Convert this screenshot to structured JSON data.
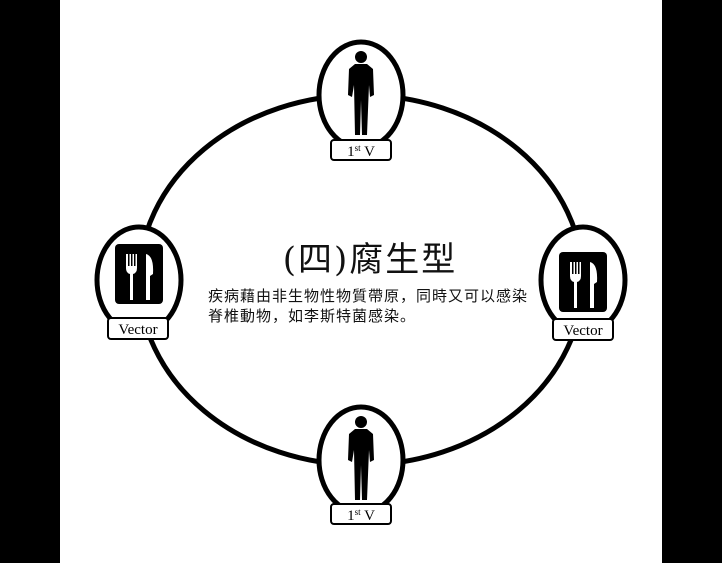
{
  "title": "(四)腐生型",
  "description_lines": [
    "疾病藉由非生物性物質帶原，同時又可以感染",
    "脊椎動物，如李斯特菌感染。"
  ],
  "nodes": {
    "top": {
      "label_main": "1",
      "label_sup": "st",
      "label_tail": " V",
      "icon": "person-silhouette-icon"
    },
    "bottom": {
      "label_main": "1",
      "label_sup": "st",
      "label_tail": " V",
      "icon": "person-silhouette-icon"
    },
    "left": {
      "label": "Vector",
      "icon": "fork-knife-icon"
    },
    "right": {
      "label": "Vector",
      "icon": "fork-knife-icon"
    }
  }
}
